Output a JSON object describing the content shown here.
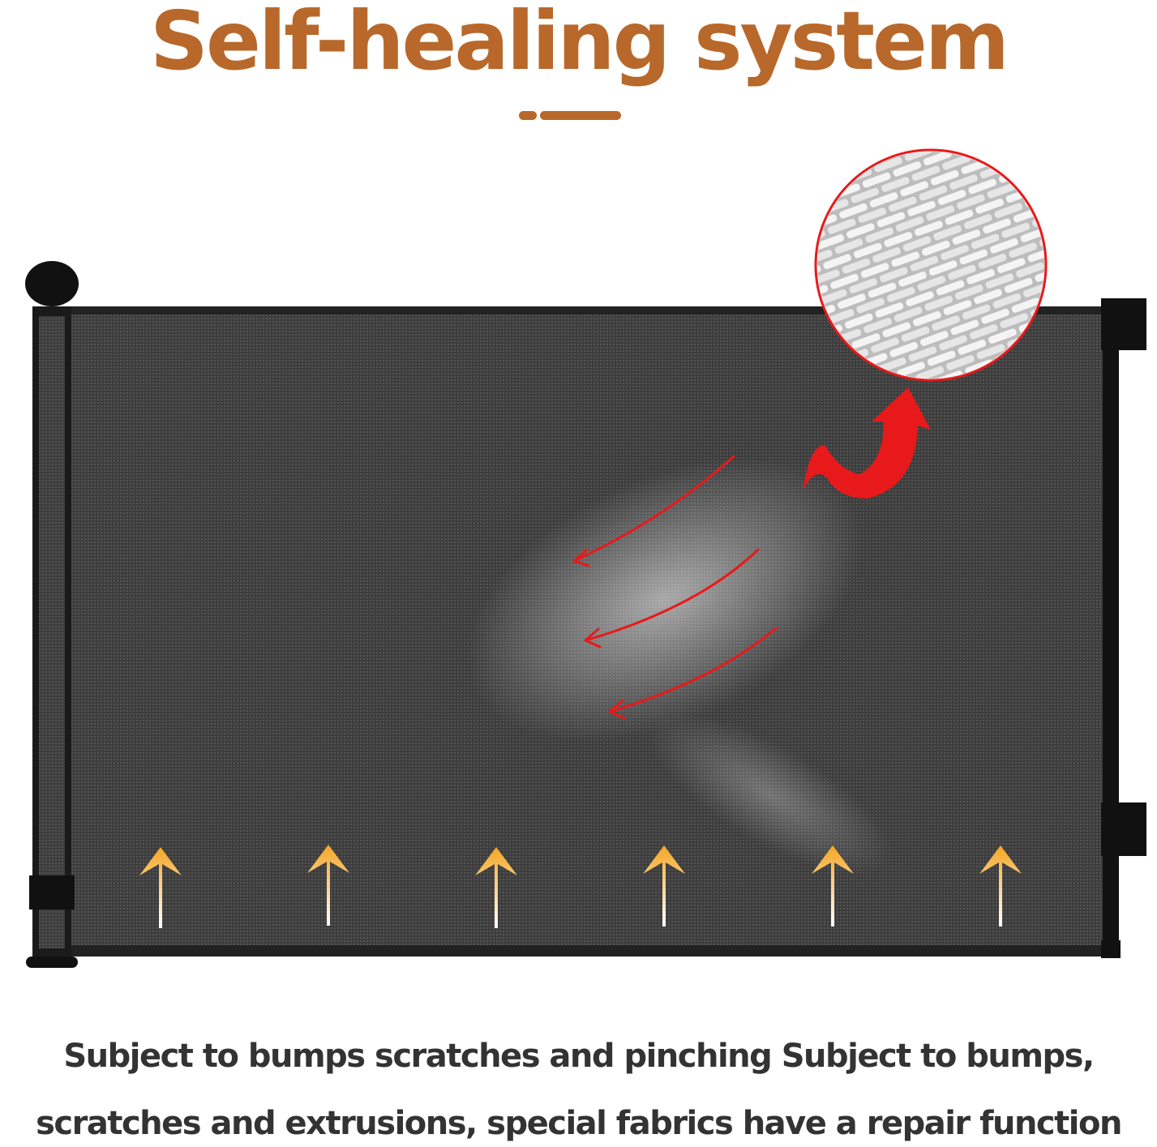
{
  "title": "Self-healing system",
  "caption": {
    "line1": "Subject to bumps scratches and pinching Subject to bumps,",
    "line2": "scratches and extrusions, special fabrics have a repair  function"
  },
  "colors": {
    "accent": "#b8682a",
    "mesh": "#3a3a3a",
    "red_arrow": "#e8191a",
    "up_arrow": "#f5a623",
    "text": "#333333"
  }
}
